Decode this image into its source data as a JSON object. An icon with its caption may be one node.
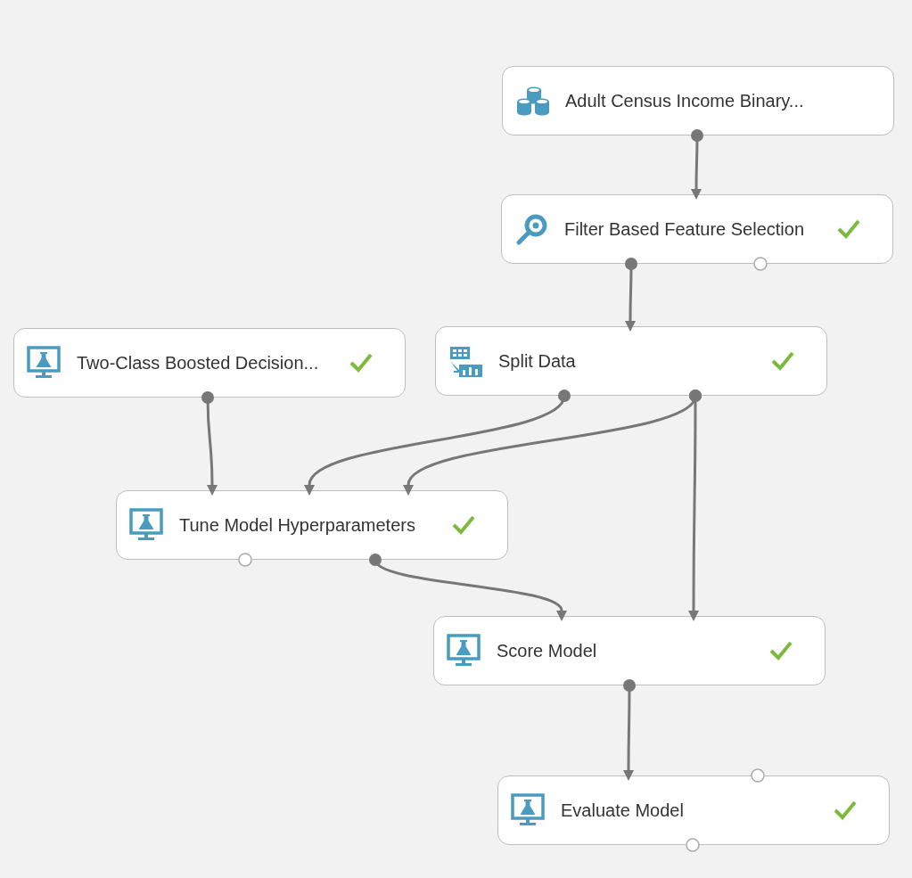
{
  "diagram": {
    "nodes": [
      {
        "text": [
          "Adult Census Income Binary..."
        ]
      },
      {
        "text": [
          "Filter Based Feature Selection"
        ]
      },
      {
        "text": [
          "Two-Class Boosted Decision..."
        ]
      },
      {
        "text": [
          "Split Data"
        ]
      },
      {
        "text": [
          "Tune Model Hyperparameters"
        ]
      },
      {
        "text": [
          "Score Model"
        ]
      },
      {
        "text": [
          "Evaluate Model"
        ]
      }
    ],
    "edges": [
      {
        "from": 0,
        "to": 1,
        "arrow": "to"
      },
      {
        "from": 1,
        "to": 3,
        "arrow": "to"
      },
      {
        "from": 2,
        "to": 4,
        "arrow": "to"
      },
      {
        "from": 3,
        "to": 4,
        "arrow": "to"
      },
      {
        "from": 3,
        "to": 4,
        "arrow": "to"
      },
      {
        "from": 3,
        "to": 5,
        "arrow": "to"
      },
      {
        "from": 4,
        "to": 5,
        "arrow": "to"
      },
      {
        "from": 5,
        "to": 6,
        "arrow": "to"
      }
    ]
  }
}
